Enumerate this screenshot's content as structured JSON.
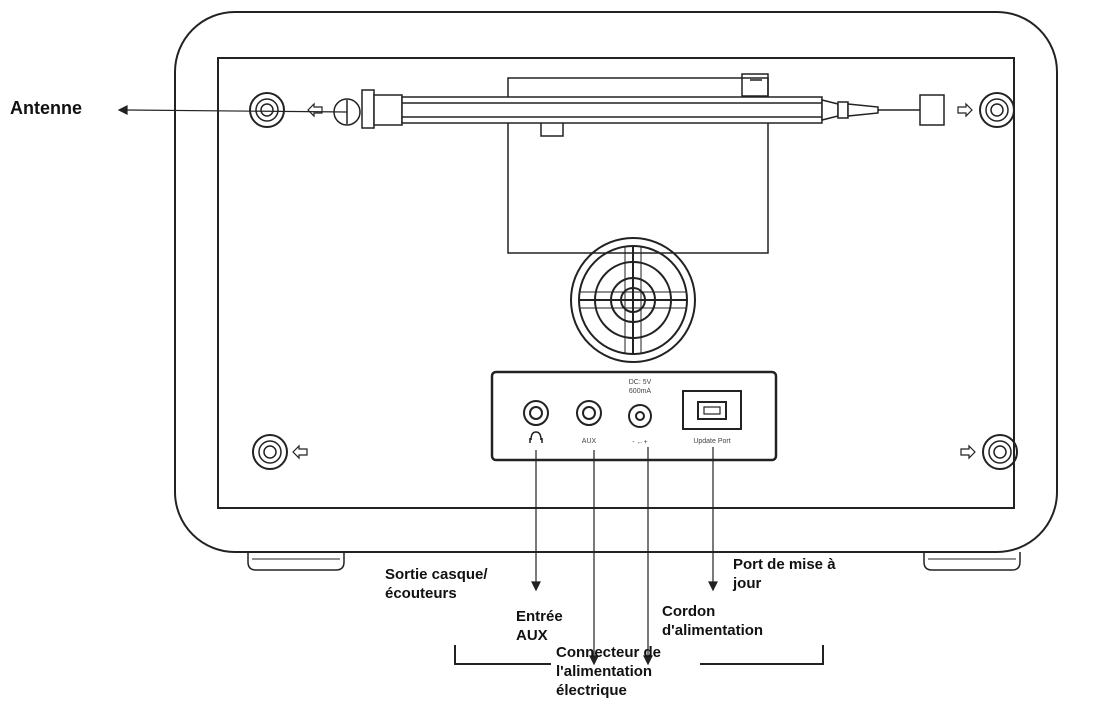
{
  "labels": {
    "antenna": "Antenne",
    "headphone_line1": "Sortie casque/",
    "headphone_line2": "écouteurs",
    "aux_line1": "Entrée",
    "aux_line2": "AUX",
    "power_line1": "Connecteur de",
    "power_line2": "l'alimentation",
    "power_line3": "électrique",
    "cord_line1": "Cordon",
    "cord_line2": "d'alimentation",
    "update_line1": "Port de mise à",
    "update_line2": "jour"
  },
  "panel_text": {
    "dc_rating_line1": "DC: 5V",
    "dc_rating_line2": "600mA",
    "aux_port": "AUX",
    "polarity": "- ←+",
    "update_port": "Update Port"
  },
  "colors": {
    "line": "#222222",
    "casing_fill": "#ffffff"
  }
}
